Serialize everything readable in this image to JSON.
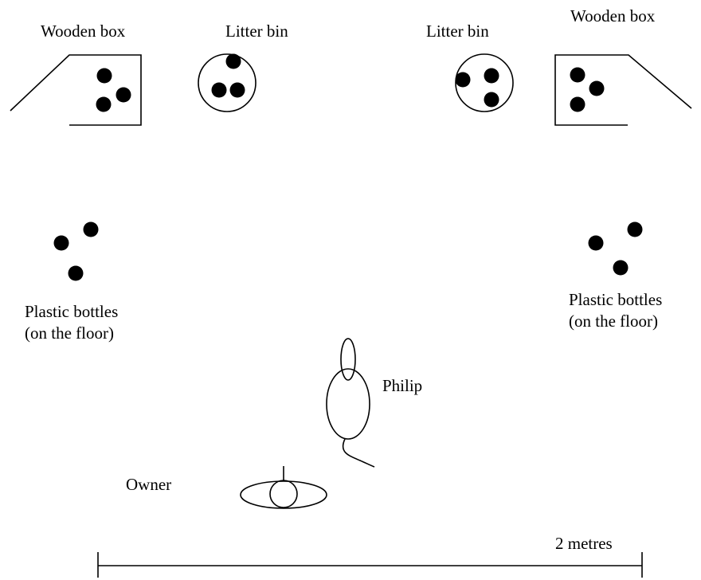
{
  "labels": {
    "wooden_box_left": "Wooden box",
    "litter_bin_left": "Litter bin",
    "litter_bin_right": "Litter bin",
    "wooden_box_right": "Wooden box",
    "bottles_left_line1": "Plastic bottles",
    "bottles_left_line2": "(on the floor)",
    "bottles_right_line1": "Plastic bottles",
    "bottles_right_line2": "(on the floor)",
    "dog": "Philip",
    "owner": "Owner",
    "scale": "2 metres"
  },
  "colors": {
    "ink": "#000000",
    "background": "#ffffff"
  }
}
